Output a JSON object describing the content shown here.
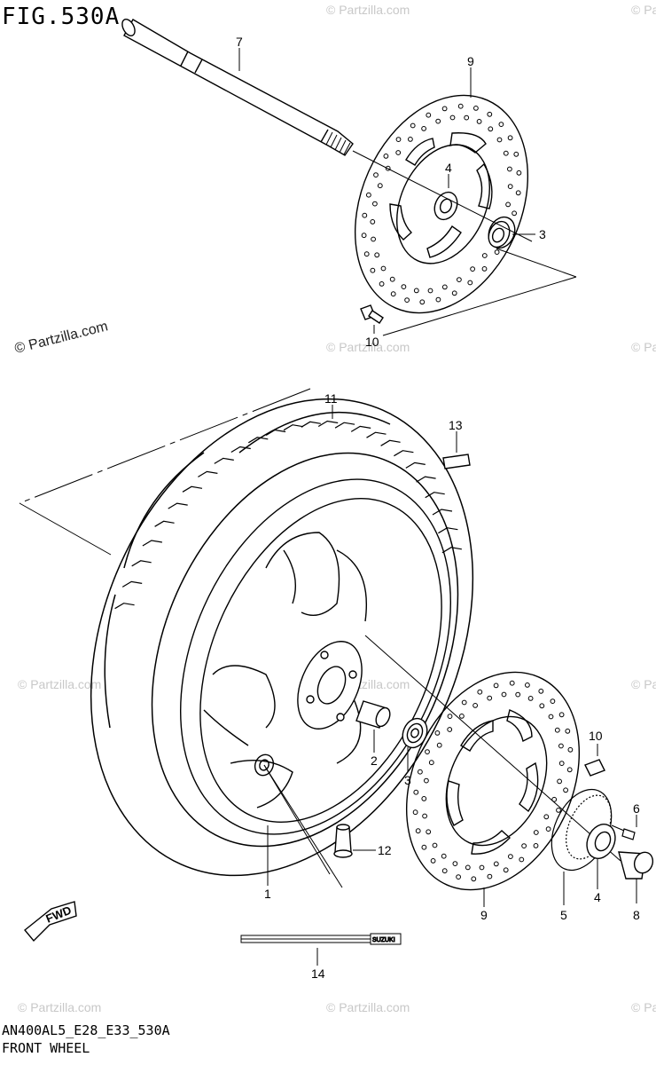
{
  "figure": {
    "title": "FIG.530A",
    "code": "AN400AL5_E28_E33_530A",
    "caption": "FRONT WHEEL"
  },
  "callouts": {
    "c1": "1",
    "c2": "2",
    "c3_top": "3",
    "c3_bottom": "3",
    "c4_top": "4",
    "c4_bottom": "4",
    "c5": "5",
    "c6": "6",
    "c7": "7",
    "c8": "8",
    "c9_top": "9",
    "c9_bottom": "9",
    "c10_top": "10",
    "c10_bottom": "10",
    "c11": "11",
    "c12": "12",
    "c13": "13",
    "c14": "14"
  },
  "labels": {
    "fwd": "FWD",
    "brand": "SUZUKI"
  },
  "watermark": {
    "main": "© Partzilla.com",
    "faded": "© Partzilla.com"
  },
  "colors": {
    "line": "#000000",
    "watermark": "#c8c8c8",
    "background": "#ffffff"
  }
}
